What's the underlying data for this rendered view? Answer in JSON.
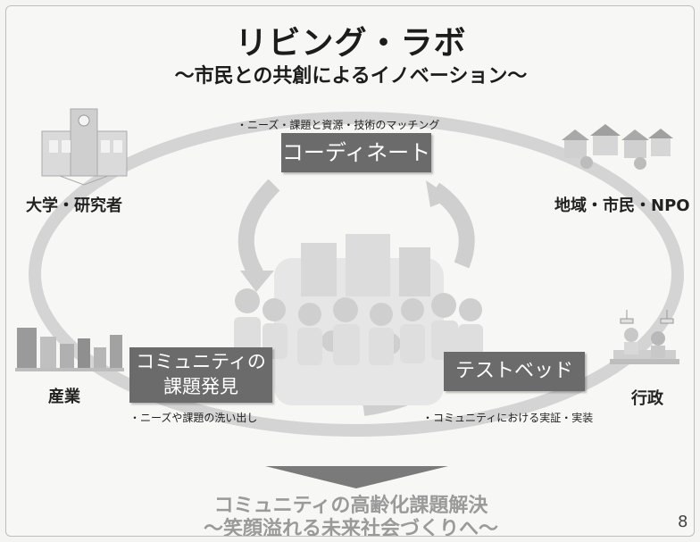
{
  "title": "リビング・ラボ",
  "subtitle": "～市民との共創によるイノベーション～",
  "stakeholders": {
    "university": "大学・研究者",
    "community": "地域・市民・NPO",
    "industry": "産業",
    "government": "行政"
  },
  "coordinate": {
    "note": "・ニーズ・課題と資源・技術のマッチング",
    "label": "コーディネート"
  },
  "community_issues": {
    "line1": "コミュニティの",
    "line2": "課題発見",
    "note": "・ニーズや課題の洗い出し"
  },
  "testbed": {
    "label": "テストベッド",
    "note": "・コミュニティにおける実証・実装"
  },
  "outcome": {
    "line1": "コミュニティの高齢化課題解決",
    "line2": "～笑顔溢れる未来社会づくりへ～"
  },
  "page_number": "8",
  "colors": {
    "box": "#6b6b6b",
    "ellipse": "#d2d2d2",
    "arrow": "#c8c8c8",
    "outcome_text": "#9a9a9a"
  }
}
